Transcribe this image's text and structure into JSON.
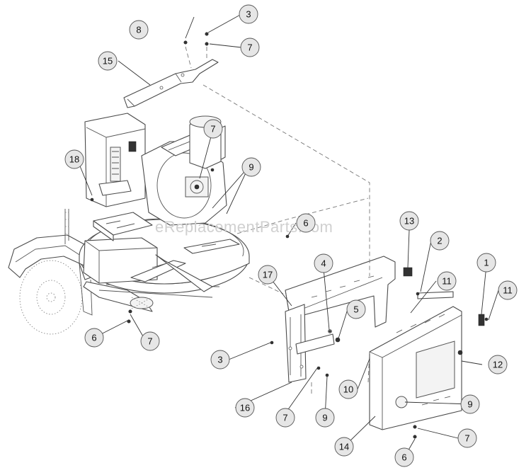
{
  "watermark": "eReplacementParts.com",
  "callouts": {
    "c1": "1",
    "c2": "2",
    "c3a": "3",
    "c3b": "3",
    "c4": "4",
    "c5": "5",
    "c6a": "6",
    "c6b": "6",
    "c6c": "6",
    "c7a": "7",
    "c7b": "7",
    "c7c": "7",
    "c7d": "7",
    "c7e": "7",
    "c8": "8",
    "c9a": "9",
    "c9b": "9",
    "c9c": "9",
    "c10": "10",
    "c11a": "11",
    "c11b": "11",
    "c12": "12",
    "c13": "13",
    "c14": "14",
    "c15": "15",
    "c16": "16",
    "c17": "17",
    "c18": "18"
  }
}
